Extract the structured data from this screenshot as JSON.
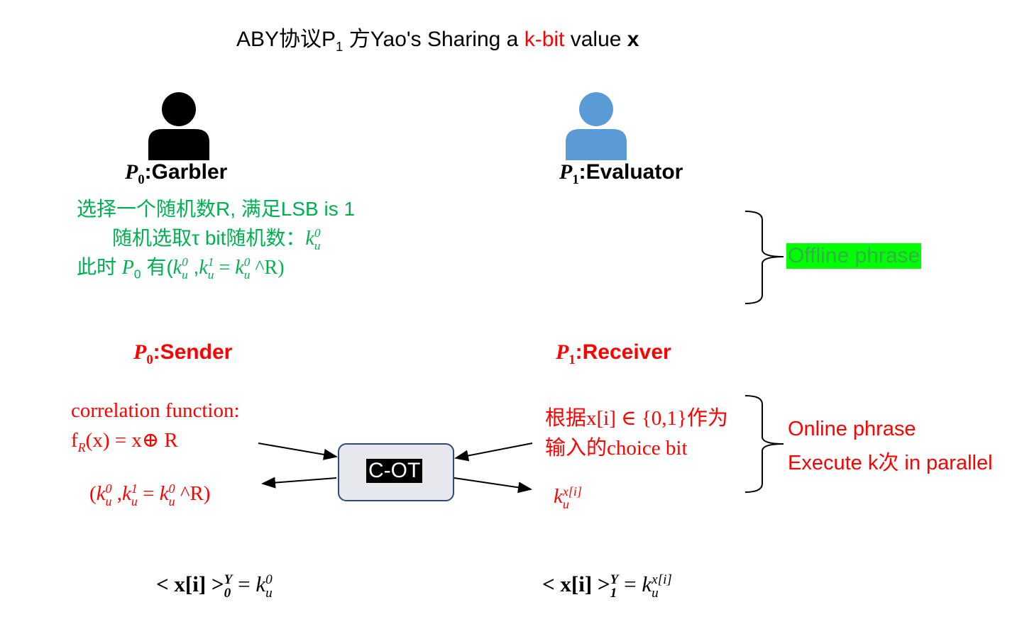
{
  "title": {
    "prefix": "ABY协议P",
    "prefix_sub": "1",
    "middle": " 方Yao's Sharing a ",
    "highlight": "k-bit",
    "after": " value ",
    "var": "x",
    "highlight_color": "#ff0000"
  },
  "party0": {
    "name_var": "P",
    "name_sub": "0",
    "role_garbler": ":Garbler",
    "role_sender": ":Sender",
    "icon": "person-icon",
    "icon_color": "#000000"
  },
  "party1": {
    "name_var": "P",
    "name_sub": "1",
    "role_evaluator": ":Evaluator",
    "role_receiver": ":Receiver",
    "icon": "person-icon",
    "icon_color": "#5b9bd5"
  },
  "offline_steps": {
    "line1": "选择一个随机数R, 满足LSB is 1",
    "line2_prefix": "随机选取τ bit随机数：",
    "line3_prefix": "此时 ",
    "line3_mid": " 有(",
    "k": "k",
    "u": "u",
    "sup0": "0",
    "sup1": "1",
    "p": "P",
    "p_sub": "0",
    "comma": " ,",
    "equals": " = ",
    "xor_r": " ^R)",
    "color": "#00b050"
  },
  "offline_label": "Offline phrase",
  "sender": {
    "corr_label": "correlation function:",
    "f_prefix": "f",
    "f_sub": "R",
    "f_mid": "(x) = x⊕ R",
    "out_open": "(",
    "out_comma": " ,",
    "out_equals": " = ",
    "out_tail": " ^R)"
  },
  "cot_label": "C-OT",
  "receiver": {
    "line1": "根据x[i] ∈ {0,1}作为",
    "line2": "输入的choice bit",
    "out_k": "k",
    "out_u": "u",
    "out_sup": "x[i]"
  },
  "online_label": {
    "line1": "Online phrase",
    "line2": "Execute k次 in parallel"
  },
  "results": {
    "left_lhs": "< x[i] >",
    "left_sup": "Y",
    "left_sub": "0",
    "left_eq": " = ",
    "right_lhs": "< x[i] >",
    "right_sup": "Y",
    "right_sub": "1",
    "right_eq": " = ",
    "k": "k",
    "u": "u",
    "left_k_sup": "0",
    "right_k_sup": "x[i]"
  }
}
